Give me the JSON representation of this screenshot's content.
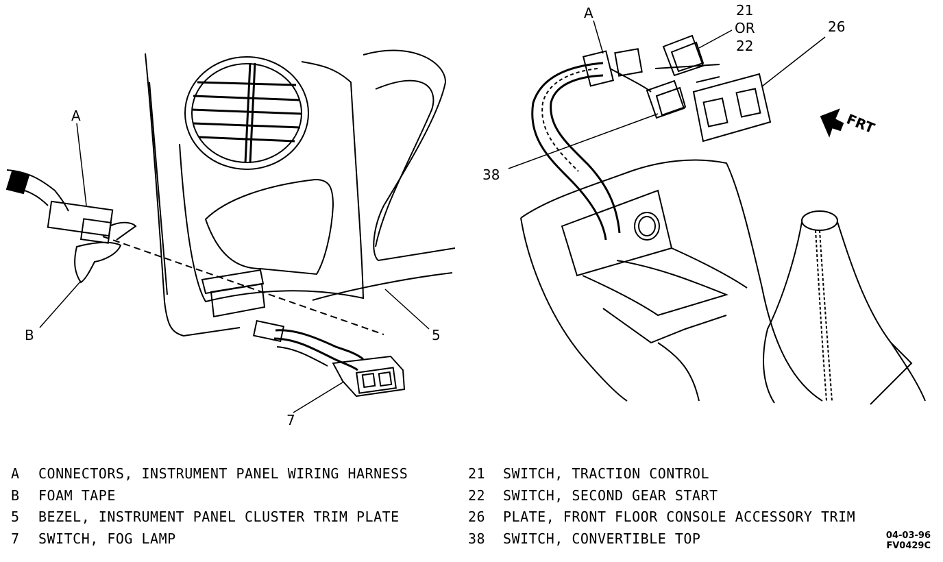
{
  "callouts": {
    "left_a": "A",
    "left_b": "B",
    "left_5": "5",
    "left_7": "7",
    "right_a": "A",
    "right_21": "21",
    "right_or": "OR",
    "right_22": "22",
    "right_26": "26",
    "right_38": "38",
    "frt": "FRT"
  },
  "legend_left": [
    {
      "key": "A",
      "text": "CONNECTORS, INSTRUMENT PANEL WIRING HARNESS"
    },
    {
      "key": "B",
      "text": "FOAM TAPE"
    },
    {
      "key": "5",
      "text": "BEZEL, INSTRUMENT PANEL CLUSTER TRIM PLATE"
    },
    {
      "key": "7",
      "text": "SWITCH, FOG LAMP"
    }
  ],
  "legend_right": [
    {
      "key": "21",
      "text": "SWITCH, TRACTION CONTROL"
    },
    {
      "key": "22",
      "text": "SWITCH, SECOND GEAR START"
    },
    {
      "key": "26",
      "text": "PLATE, FRONT FLOOR CONSOLE ACCESSORY TRIM"
    },
    {
      "key": "38",
      "text": "SWITCH, CONVERTIBLE TOP"
    }
  ],
  "figure_code": {
    "date": "04-03-96",
    "id": "FV0429C"
  }
}
